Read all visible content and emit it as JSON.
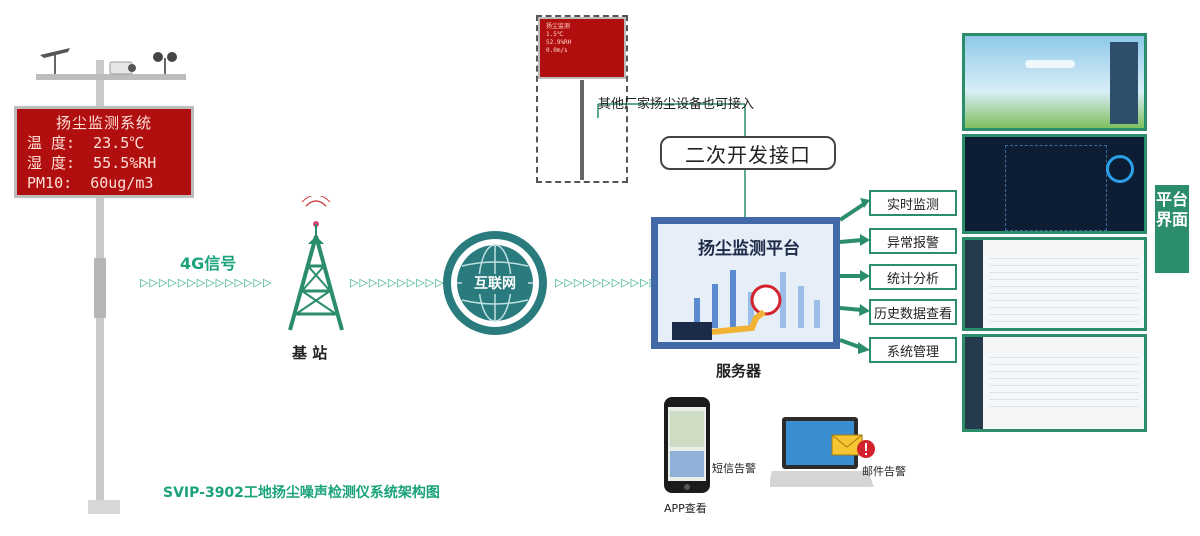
{
  "led_board": {
    "title": "扬尘监测系统",
    "line1": "温 度:  23.5℃",
    "line2": "湿 度:  55.5%RH",
    "line3": "PM10:  60ug/m3"
  },
  "small_board": {
    "line1": "扬尘监测",
    "line2": "  1.5℃",
    "line3": "  52.9%RH",
    "line4": "  0.0m/s"
  },
  "labels": {
    "signal": "4G信号",
    "base_station": "基 站",
    "internet": "互联网",
    "other_devices": "其他厂家扬尘设备也可接入",
    "api": "二次开发接口",
    "platform": "扬尘监测平台",
    "server": "服务器",
    "sms": "短信告警",
    "email": "邮件告警",
    "app": "APP查看",
    "footer": "SVIP-3902工地扬尘噪声检测仪系统架构图"
  },
  "functions": [
    "实时监测",
    "异常报警",
    "统计分析",
    "历史数据查看",
    "系统管理"
  ],
  "side_label": [
    "平台",
    "界面"
  ],
  "arrow_glyphs": "▷▷▷▷▷▷▷▷▷▷▷▷▷▷",
  "colors": {
    "accent": "#2b8d6a",
    "label_green": "#1aa37a",
    "led_red": "#b10f0f",
    "platform_blue": "#4169a8",
    "globe_teal": "#2a7b7e"
  }
}
